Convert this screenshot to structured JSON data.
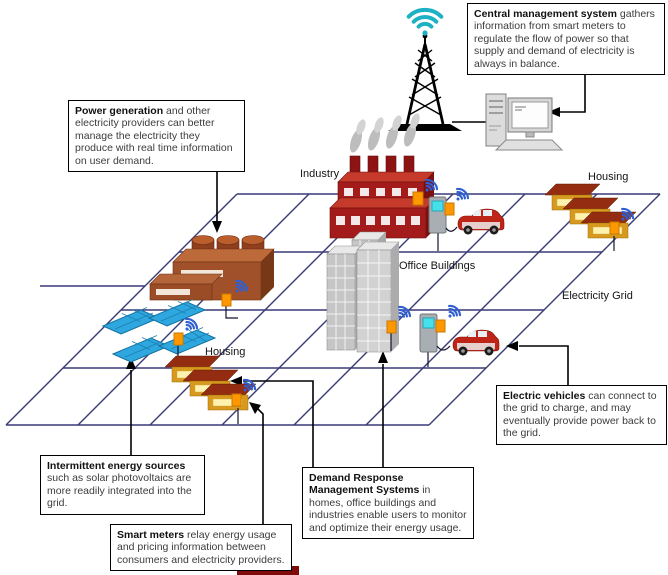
{
  "callouts": {
    "central": {
      "title": "Central management system",
      "body": "gathers information from smart meters to regulate the flow of power so that supply and demand of electricity is always in balance."
    },
    "power": {
      "title": "Power generation",
      "body": "and other electricity providers can better manage the electricity they produce with real time information on user demand."
    },
    "intermittent": {
      "title": "Intermittent energy sources",
      "body": "such as solar photovoltaics are more readily integrated into the grid."
    },
    "smart_meters": {
      "title": "Smart meters",
      "body": "relay energy usage and pricing information between consumers and electricity providers."
    },
    "demand": {
      "title": "Demand Response Management Systems",
      "body": "in homes, office buildings and industries enable users to monitor and optimize their energy usage."
    },
    "ev": {
      "title": "Electric vehicles",
      "body": "can connect to the grid to charge, and may eventually provide power back to the grid."
    }
  },
  "labels": {
    "industry": "Industry",
    "housing_top": "Housing",
    "office": "Office Buildings",
    "grid": "Electricity Grid",
    "housing_bottom": "Housing"
  },
  "icons": {
    "wifi_icon": "concentric signal arcs",
    "radio_tower_icon": "black lattice broadcast mast",
    "smart_meter_icon": "small orange box",
    "charging_station_icon": "gray kiosk with cyan screen",
    "computer_icon": "desktop tower, monitor and keyboard"
  },
  "colors": {
    "grid_line": "#3A3A78",
    "callout_border": "#000000",
    "wifi_tower": "#1CB1C4",
    "wifi_meter": "#2F5FD0",
    "meter_orange": "#FF9800",
    "factory_red": "#A31B1B",
    "plant_brown": "#A0512A",
    "solar_blue": "#2EA7DF",
    "house_gold": "#D89A1E",
    "house_roof": "#932C10",
    "office_gray": "#C6C6C6",
    "car_red": "#BF2418",
    "screen_cyan": "#45E0EA",
    "red_bar": "#7E0A0A"
  }
}
